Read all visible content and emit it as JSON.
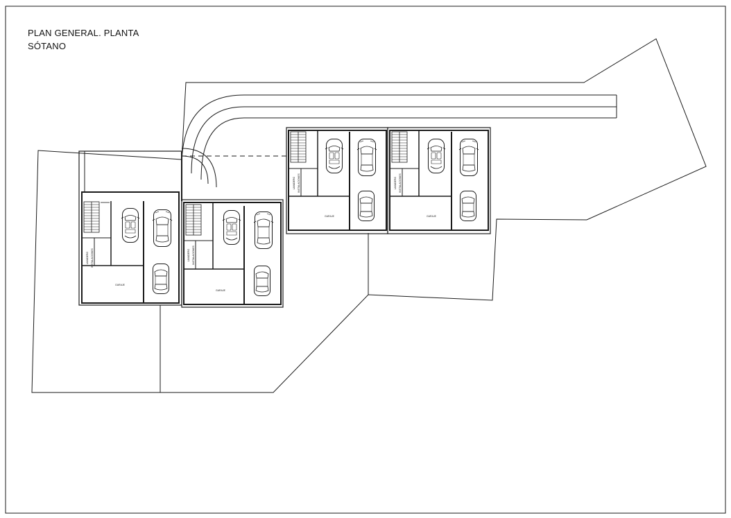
{
  "drawing": {
    "title_line1": "PLAN GENERAL. PLANTA",
    "title_line2": "SÓTANO"
  },
  "units": [
    {
      "id": "house-1",
      "garage_label": "GARAJE",
      "room_labels": [
        "LAVADERO",
        "INSTALACIONES"
      ]
    },
    {
      "id": "house-2",
      "garage_label": "GARAJE",
      "room_labels": [
        "LAVADERO",
        "INSTALACIONES"
      ]
    },
    {
      "id": "house-3",
      "garage_label": "GARAJE",
      "room_labels": [
        "LAVADERO",
        "INSTALACIONES"
      ]
    },
    {
      "id": "house-4",
      "garage_label": "GARAJE",
      "room_labels": [
        "LAVADERO",
        "INSTALACIONES"
      ]
    }
  ],
  "colors": {
    "line": "#1a1a1a",
    "paper": "#ffffff"
  }
}
